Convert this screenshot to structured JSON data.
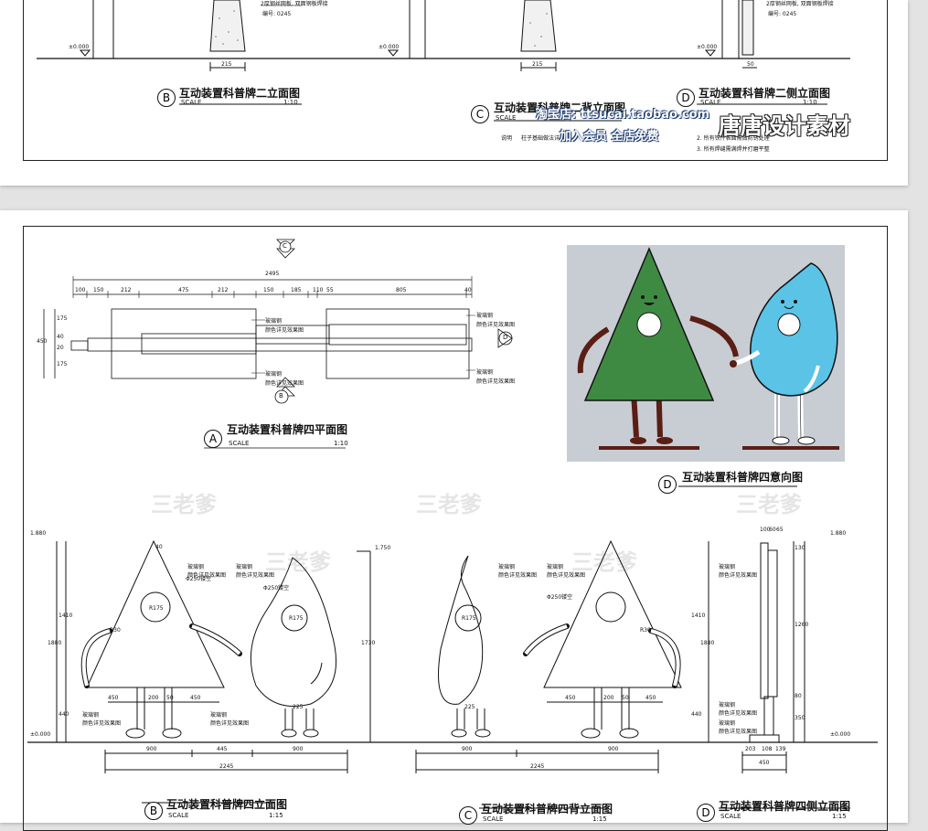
{
  "sheet1": {
    "titles": [
      {
        "letter": "B",
        "text": "互动装置科普牌二立面图",
        "scale_label": "SCALE",
        "scale": "1:10"
      },
      {
        "letter": "C",
        "text": "互动装置科普牌二背立面图",
        "scale_label": "SCALE",
        "scale": ""
      },
      {
        "letter": "D",
        "text": "互动装置科普牌二侧立面图",
        "scale_label": "SCALE",
        "scale": "1:10"
      }
    ],
    "annotations": {
      "left_note": "2厚钢丝网板, 双面钢板焊接",
      "left_code": "编号: 0245",
      "right_note": "2厚钢丝网板, 双面钢板焊接",
      "right_code": "编号: 0245",
      "level_1": "±0.000",
      "level_2": "±0.000",
      "level_3": "±0.000",
      "dim_1": "215",
      "dim_2": "215",
      "dim_3": "50"
    },
    "notes": {
      "label": "说明",
      "line0": "柱子基础做法详见",
      "line2": "2. 所有铁件表面需做防锈处理",
      "line3": "3. 所有焊缝需满焊并打磨平整"
    },
    "watermark": {
      "shop": "淘宝店: ttsucai.taobao.com",
      "join": "加入会员 全店免费",
      "brand": "唐唐设计素材"
    }
  },
  "sheet2": {
    "plan": {
      "letter": "A",
      "title": "互动装置科普牌四平面图",
      "scale_label": "SCALE",
      "scale": "1:10",
      "overall": "2495",
      "dims": [
        "100",
        "150",
        "212",
        "475",
        "212",
        "150",
        "185",
        "110",
        "55",
        "805",
        "40"
      ],
      "side_dims": [
        "175",
        "40",
        "20",
        "175"
      ],
      "side_total": "450",
      "labels": [
        "玻璃钢",
        "颜色详见效果图",
        "玻璃钢",
        "颜色详见效果图",
        "玻璃钢",
        "颜色详见效果图",
        "玻璃钢",
        "颜色详见效果图"
      ],
      "markers": [
        "C",
        "B",
        "D"
      ]
    },
    "render": {
      "letter": "D",
      "title": "互动装置科普牌四意向图"
    },
    "front": {
      "letter": "B",
      "title": "互动装置科普牌四立面图",
      "scale_label": "SCALE",
      "scale": "1:15",
      "level_top": "1.880",
      "level_top2": "1.750",
      "level_base": "±0.000",
      "heights": [
        "1410",
        "1880",
        "440",
        "1730"
      ],
      "bottom_dims": [
        "900",
        "445",
        "900"
      ],
      "total": "2245",
      "leg_dims": [
        "450",
        "200",
        "50",
        "450"
      ],
      "drop_leg": [
        "225"
      ],
      "hole": "Φ250镂空",
      "hole2": "Φ250镂空",
      "r1": "R175",
      "r2": "R175",
      "r3": "R30",
      "labels": [
        "玻璃钢",
        "颜色详见效果图",
        "玻璃钢",
        "颜色详见效果图",
        "玻璃钢",
        "颜色详见效果图",
        "玻璃钢",
        "颜色详见效果图"
      ],
      "top_dim": "40"
    },
    "back": {
      "letter": "C",
      "title": "互动装置科普牌四背立面图",
      "scale_label": "SCALE",
      "scale": "1:15",
      "bottom_dims": [
        "900",
        "900"
      ],
      "total": "2245",
      "leg_dims": [
        "450",
        "200",
        "50",
        "450"
      ],
      "drop_leg": [
        "225"
      ],
      "hole": "Φ250镂空",
      "r1": "R175",
      "r2": "R30",
      "labels": [
        "玻璃钢",
        "颜色详见效果图",
        "玻璃钢",
        "颜色详见效果图"
      ]
    },
    "side": {
      "letter": "D",
      "title": "互动装置科普牌四侧立面图",
      "scale_label": "SCALE",
      "scale": "1:15",
      "level_top": "1.880",
      "level_base": "±0.000",
      "heights": [
        "1410",
        "1880",
        "440",
        "130",
        "1260",
        "80",
        "350"
      ],
      "top_dims": [
        "100",
        "60",
        "65"
      ],
      "bottom_dims": [
        "203",
        "108",
        "139"
      ],
      "total": "450",
      "labels": [
        "玻璃钢",
        "颜色详见效果图",
        "玻璃钢",
        "颜色详见效果图",
        "玻璃钢",
        "颜色详见效果图"
      ]
    },
    "watermark": {
      "faint": "三老爹"
    }
  },
  "colors": {
    "tree": "#3f8a43",
    "drop": "#5bc3e6",
    "limb": "#5a1e14",
    "render_bg": "#c8cdd3"
  }
}
